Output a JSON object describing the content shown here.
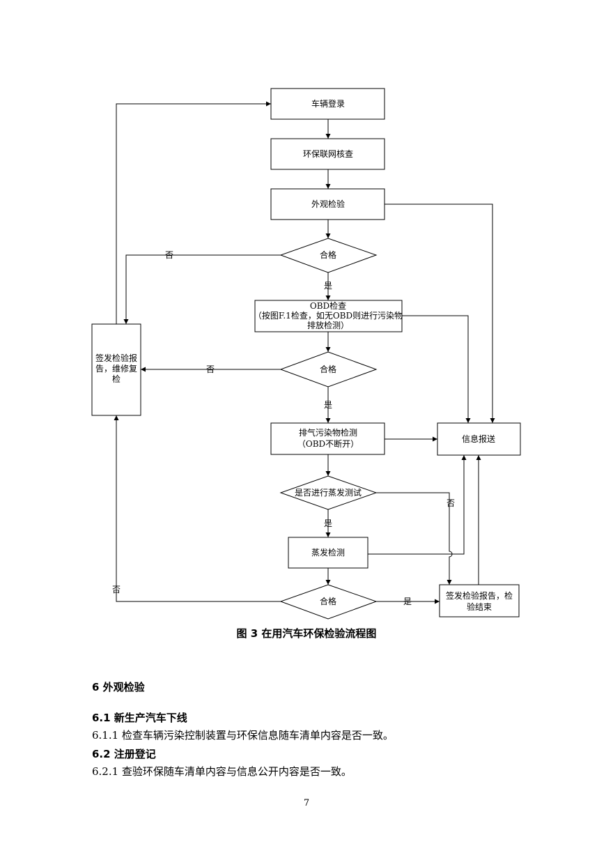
{
  "flowchart": {
    "nodes": {
      "vehicle_login": "车辆登录",
      "env_network_check": "环保联网核查",
      "appearance_inspection": "外观检验",
      "decision_pass_1": "合格",
      "obd_check_line1": "OBD检查",
      "obd_check_line2": "（按图F.1检查，如无OBD则进行污染物",
      "obd_check_line3": "排放检测）",
      "decision_pass_2": "合格",
      "exhaust_test_line1": "排气污染物检测",
      "exhaust_test_line2": "（OBD不断开）",
      "decision_evap": "是否进行蒸发测试",
      "evap_test": "蒸发检测",
      "decision_pass_3": "合格",
      "info_report": "信息报送",
      "issue_report_repair_line1": "签发检验报",
      "issue_report_repair_line2": "告，维修复",
      "issue_report_repair_line3": "检",
      "issue_report_end_line1": "签发检验报告，检",
      "issue_report_end_line2": "验结束"
    },
    "edges": {
      "no_1": "否",
      "yes_1": "是",
      "no_2": "否",
      "yes_2": "是",
      "no_evap": "否",
      "yes_evap": "是",
      "no_3": "否",
      "yes_3": "是"
    }
  },
  "caption": "图 3 在用汽车环保检验流程图",
  "sections": [
    {
      "text": "6  外观检验",
      "kind": "heading"
    },
    {
      "text": "6.1  新生产汽车下线",
      "kind": "heading"
    },
    {
      "text": "6.1.1 检查车辆污染控制装置与环保信息随车清单内容是否一致。",
      "kind": "paragraph"
    },
    {
      "text": "6.2  注册登记",
      "kind": "heading"
    },
    {
      "text": "6.2.1 查验环保随车清单内容与信息公开内容是否一致。",
      "kind": "paragraph"
    }
  ],
  "page_number": "7"
}
